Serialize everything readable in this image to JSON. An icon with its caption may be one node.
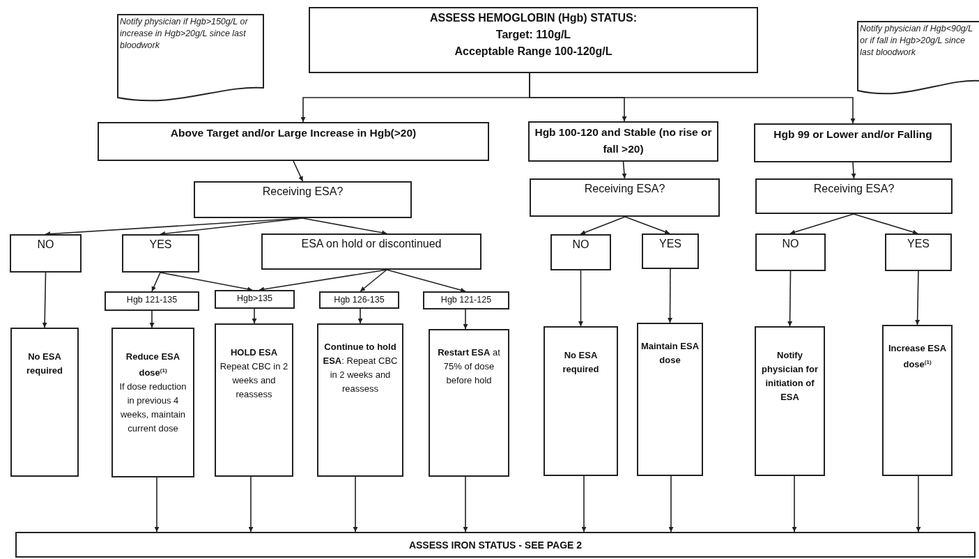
{
  "diagram": {
    "nodes": [
      {
        "text": [
          "Notify physician if Hgb>150g/L or increase in Hgb>20g/L since last bloodwork"
        ]
      },
      {
        "text": [
          "ASSESS HEMOGLOBIN (Hgb) STATUS:",
          "Target: 110g/L",
          "Acceptable Range 100-120g/L"
        ]
      },
      {
        "text": [
          "Notify physician if Hgb<90g/L or if fall in Hgb>20g/L since last bloodwork"
        ]
      },
      {
        "text": [
          "Above Target and/or Large Increase in Hgb(>20)"
        ]
      },
      {
        "text": [
          "Hgb 100-120 and Stable (no rise or fall >20)"
        ]
      },
      {
        "text": [
          "Hgb 99 or Lower and/or Falling"
        ]
      },
      {
        "text": [
          "Receiving ESA?"
        ]
      },
      {
        "text": [
          "Receiving ESA?"
        ]
      },
      {
        "text": [
          "Receiving ESA?"
        ]
      },
      {
        "text": [
          "NO"
        ]
      },
      {
        "text": [
          "YES"
        ]
      },
      {
        "text": [
          "ESA on hold or discontinued"
        ]
      },
      {
        "text": [
          "NO"
        ]
      },
      {
        "text": [
          "YES"
        ]
      },
      {
        "text": [
          "NO"
        ]
      },
      {
        "text": [
          "YES"
        ]
      },
      {
        "text": [
          "Hgb 121-135"
        ]
      },
      {
        "text": [
          "Hgb>135"
        ]
      },
      {
        "text": [
          "Hgb 126-135"
        ]
      },
      {
        "text": [
          "Hgb 121-125"
        ]
      },
      {
        "text": [
          "No ESA required"
        ]
      },
      {
        "text": [
          "Reduce ESA dose$^{(1)}$",
          "If dose reduction in previous 4 weeks, maintain current dose"
        ]
      },
      {
        "text": [
          "HOLD ESA",
          "Repeat CBC in 2 weeks and reassess"
        ]
      },
      {
        "text": [
          "**Continue to hold ESA**: Repeat CBC in 2 weeks and reassess"
        ]
      },
      {
        "text": [
          "**Restart ESA** at 75% of dose before hold"
        ]
      },
      {
        "text": [
          "No ESA required"
        ]
      },
      {
        "text": [
          "Maintain ESA dose"
        ]
      },
      {
        "text": [
          "Notify physician for initiation of ESA"
        ]
      },
      {
        "text": [
          "Increase ESA dose$^{(1)}$"
        ]
      },
      {
        "text": [
          "ASSESS IRON STATUS - SEE PAGE 2"
        ]
      }
    ],
    "edges": [
      {
        "from": 1,
        "to": 3,
        "arrow": "to"
      },
      {
        "from": 1,
        "to": 4,
        "arrow": "to"
      },
      {
        "from": 1,
        "to": 5,
        "arrow": "to"
      },
      {
        "from": 3,
        "to": 6,
        "arrow": "to"
      },
      {
        "from": 4,
        "to": 7,
        "arrow": "to"
      },
      {
        "from": 5,
        "to": 8,
        "arrow": "to"
      },
      {
        "from": 6,
        "to": 9,
        "arrow": "to"
      },
      {
        "from": 6,
        "to": 10,
        "arrow": "to"
      },
      {
        "from": 6,
        "to": 11,
        "arrow": "to"
      },
      {
        "from": 7,
        "to": 12,
        "arrow": "to"
      },
      {
        "from": 7,
        "to": 13,
        "arrow": "to"
      },
      {
        "from": 8,
        "to": 14,
        "arrow": "to"
      },
      {
        "from": 8,
        "to": 15,
        "arrow": "to"
      },
      {
        "from": 9,
        "to": 20,
        "arrow": "to"
      },
      {
        "from": 10,
        "to": 16,
        "arrow": "to"
      },
      {
        "from": 10,
        "to": 17,
        "arrow": "to"
      },
      {
        "from": 11,
        "to": 17,
        "arrow": "to"
      },
      {
        "from": 11,
        "to": 18,
        "arrow": "to"
      },
      {
        "from": 11,
        "to": 19,
        "arrow": "to"
      },
      {
        "from": 16,
        "to": 21,
        "arrow": "to"
      },
      {
        "from": 17,
        "to": 22,
        "arrow": "to"
      },
      {
        "from": 18,
        "to": 23,
        "arrow": "to"
      },
      {
        "from": 19,
        "to": 24,
        "arrow": "to"
      },
      {
        "from": 12,
        "to": 25,
        "arrow": "to"
      },
      {
        "from": 13,
        "to": 26,
        "arrow": "to"
      },
      {
        "from": 14,
        "to": 27,
        "arrow": "to"
      },
      {
        "from": 15,
        "to": 28,
        "arrow": "to"
      },
      {
        "from": 21,
        "to": 29,
        "arrow": "to"
      },
      {
        "from": 22,
        "to": 29,
        "arrow": "to"
      },
      {
        "from": 23,
        "to": 29,
        "arrow": "to"
      },
      {
        "from": 24,
        "to": 29,
        "arrow": "to"
      },
      {
        "from": 25,
        "to": 29,
        "arrow": "to"
      },
      {
        "from": 26,
        "to": 29,
        "arrow": "to"
      },
      {
        "from": 27,
        "to": 29,
        "arrow": "to"
      },
      {
        "from": 28,
        "to": 29,
        "arrow": "to"
      }
    ]
  }
}
